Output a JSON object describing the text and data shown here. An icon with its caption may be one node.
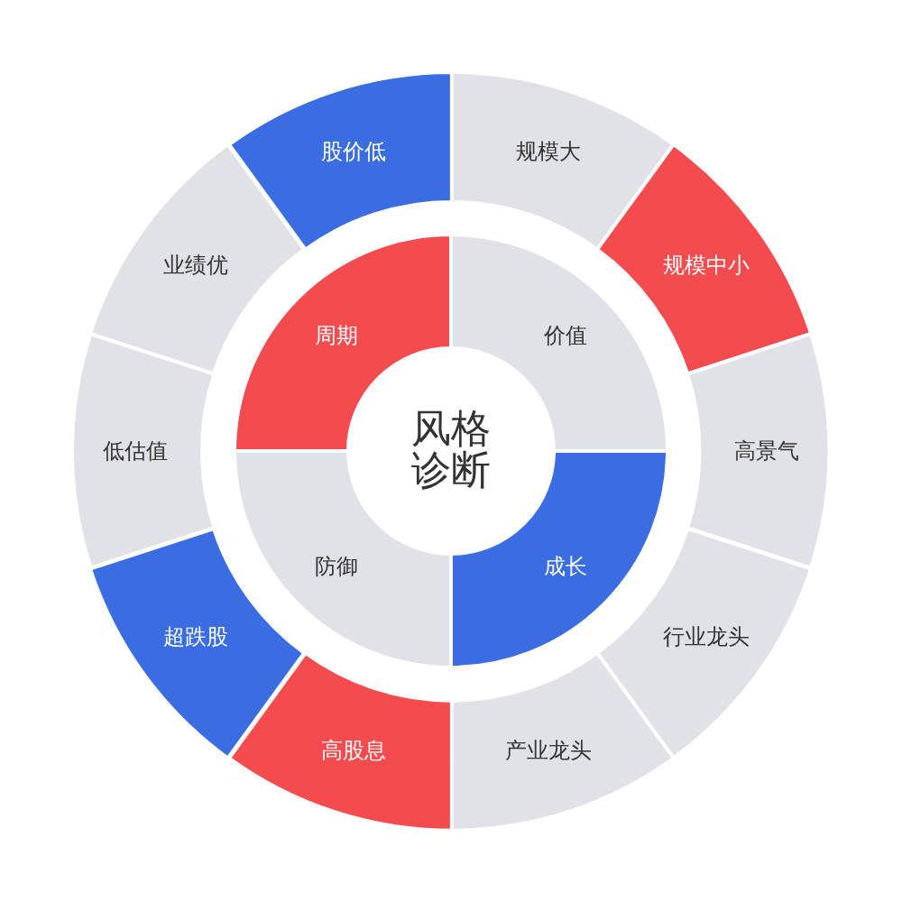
{
  "diagram": {
    "nodes": [
      {
        "text": [
          "风格诊断"
        ]
      },
      {
        "text": [
          "价值"
        ]
      },
      {
        "text": [
          "成长"
        ]
      },
      {
        "text": [
          "防御"
        ]
      },
      {
        "text": [
          "周期"
        ]
      },
      {
        "text": [
          "规模大"
        ]
      },
      {
        "text": [
          "规模中小"
        ]
      },
      {
        "text": [
          "高景气"
        ]
      },
      {
        "text": [
          "行业龙头"
        ]
      },
      {
        "text": [
          "产业龙头"
        ]
      },
      {
        "text": [
          "高股息"
        ]
      },
      {
        "text": [
          "超跌股"
        ]
      },
      {
        "text": [
          "低估值"
        ]
      },
      {
        "text": [
          "业绩优"
        ]
      },
      {
        "text": [
          "股价低"
        ]
      }
    ]
  }
}
